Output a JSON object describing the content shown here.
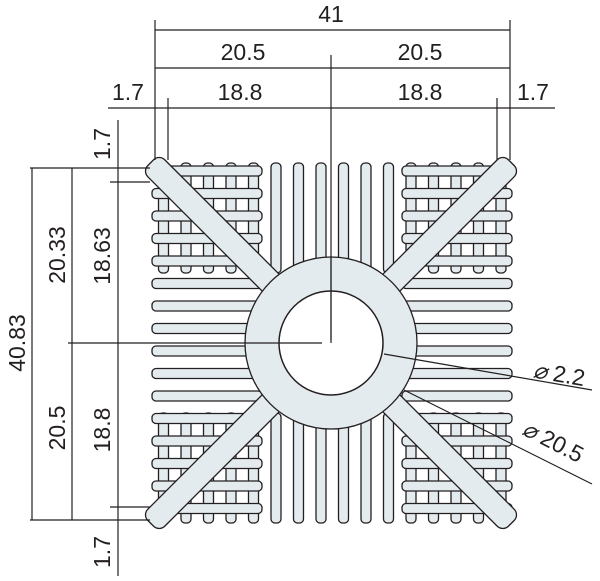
{
  "dimensions": {
    "overall_width": "41",
    "half_width_left": "20.5",
    "half_width_right": "20.5",
    "fin_margin_left": "1.7",
    "fin_span_left": "18.8",
    "fin_span_right": "18.8",
    "fin_margin_right": "1.7",
    "overall_height": "40.83",
    "upper_half_height": "20.33",
    "lower_half_height": "20.5",
    "top_margin": "1.7",
    "upper_fin_span": "18.63",
    "lower_fin_span": "18.8",
    "bottom_margin": "1.7",
    "bore_diameter": "2.2",
    "hub_diameter": "20.5"
  },
  "colors": {
    "part_fill": "#e4ebee",
    "outline": "#231f20"
  }
}
